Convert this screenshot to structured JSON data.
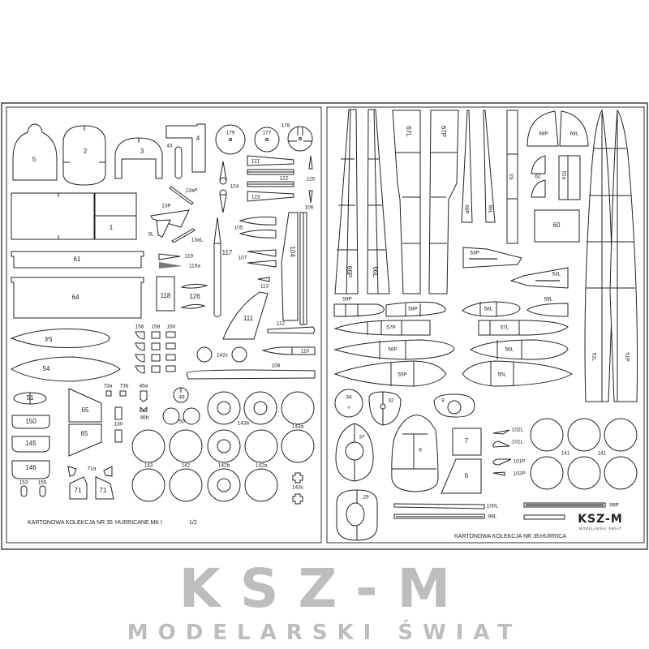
{
  "left": {
    "labels": [
      "5",
      "2",
      "3",
      "4",
      "43",
      "179",
      "177",
      "178",
      "121",
      "122",
      "123",
      "124",
      "125",
      "1",
      "13aP",
      "13P",
      "3L",
      "13aL",
      "61",
      "64",
      "119",
      "119a",
      "117",
      "105",
      "107",
      "104",
      "106",
      "118",
      "126",
      "113",
      "111",
      "112",
      "110",
      "108",
      "142c",
      "54",
      "54",
      "156",
      "158",
      "160",
      "51",
      "150",
      "145",
      "146",
      "153",
      "155",
      "65",
      "65",
      "130",
      "73a",
      "73b",
      "45a",
      "46b",
      "49",
      "50",
      "143b",
      "143a",
      "143",
      "142",
      "142b",
      "142a",
      "143c",
      "71a",
      "71",
      "71"
    ],
    "footer": {
      "series": "KARTONOWA KOLEKCJA  NR 35",
      "model": "HURRICANE MK I",
      "sheet": "1/2"
    }
  },
  "right": {
    "labels": [
      "66P",
      "66L",
      "67L",
      "67P",
      "69P",
      "69L",
      "63",
      "68P",
      "68L",
      "62",
      "51a",
      "60",
      "53P",
      "53L",
      "51L",
      "51P",
      "59P",
      "58P",
      "58L",
      "59L",
      "57P",
      "57L",
      "56P",
      "56L",
      "55P",
      "55L",
      "34",
      "32",
      "37",
      "8",
      "7",
      "6",
      "102L",
      "101L",
      "101P",
      "102P",
      "141",
      "141",
      "29",
      "100L",
      "99L",
      "99P"
    ],
    "footer": {
      "series": "KARTONOWA KOLEKCJA  NR 35",
      "model": "HURRICA"
    },
    "logo": {
      "name": "KSZ-M",
      "subtitle": "MODELARSKI ŚWIAT"
    }
  },
  "watermark": {
    "name": "KSZ-M",
    "subtitle": "MODELARSKI ŚWIAT"
  }
}
